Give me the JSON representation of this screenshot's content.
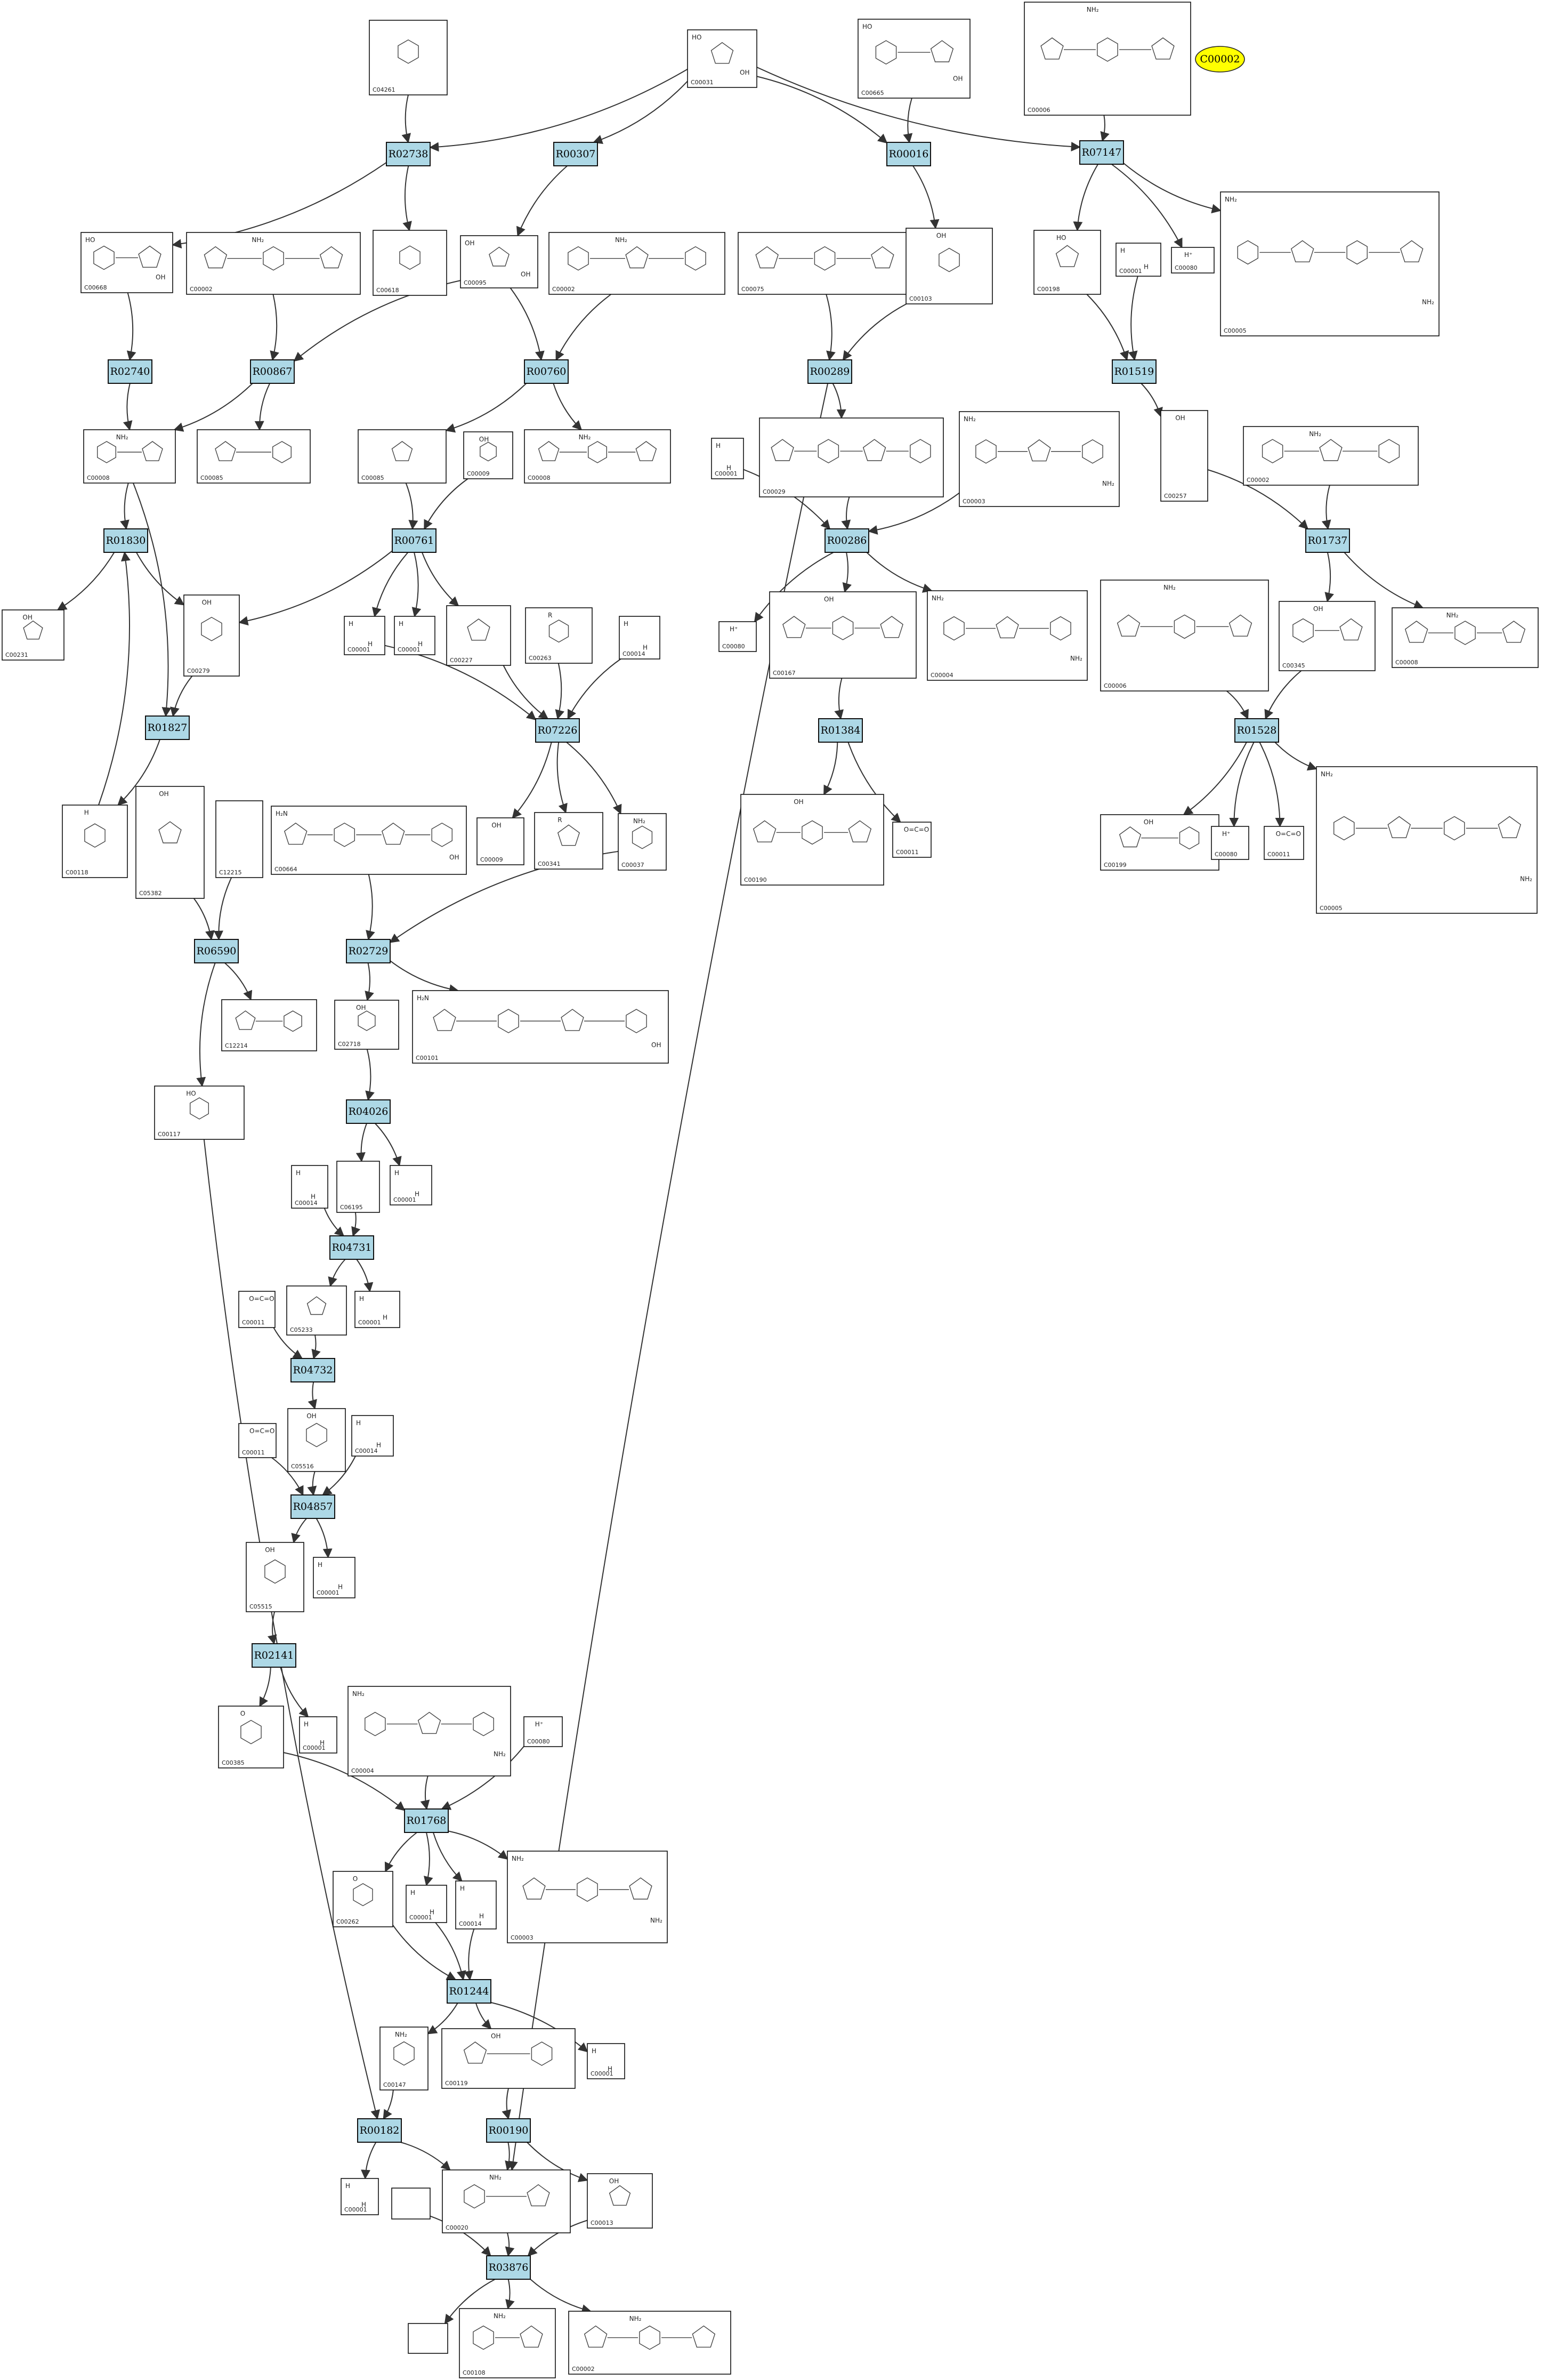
{
  "highlight": {
    "id": "C00002"
  },
  "reactions": [
    {
      "id": "R02738"
    },
    {
      "id": "R00307"
    },
    {
      "id": "R00016"
    },
    {
      "id": "R07147"
    },
    {
      "id": "R02740"
    },
    {
      "id": "R00867"
    },
    {
      "id": "R00760"
    },
    {
      "id": "R00289"
    },
    {
      "id": "R01519"
    },
    {
      "id": "R01830"
    },
    {
      "id": "R00761"
    },
    {
      "id": "R00286"
    },
    {
      "id": "R01737"
    },
    {
      "id": "R01827"
    },
    {
      "id": "R07226"
    },
    {
      "id": "R01384"
    },
    {
      "id": "R01528"
    },
    {
      "id": "R06590"
    },
    {
      "id": "R02729"
    },
    {
      "id": "R04026"
    },
    {
      "id": "R04731"
    },
    {
      "id": "R04732"
    },
    {
      "id": "R04857"
    },
    {
      "id": "R02141"
    },
    {
      "id": "R01768"
    },
    {
      "id": "R01244"
    },
    {
      "id": "R00182"
    },
    {
      "id": "R00190"
    },
    {
      "id": "R03876"
    }
  ],
  "compounds": [
    {
      "id": "C04261",
      "labels": []
    },
    {
      "id": "C00031",
      "labels": [
        "HO",
        "OH"
      ]
    },
    {
      "id": "C00665",
      "labels": [
        "HO",
        "OH"
      ]
    },
    {
      "id": "C00006",
      "labels": [
        "NH₂"
      ]
    },
    {
      "id": "C00668",
      "labels": [
        "HO",
        "OH"
      ]
    },
    {
      "id": "C00002",
      "labels": [
        "NH₂"
      ]
    },
    {
      "id": "C00618",
      "labels": []
    },
    {
      "id": "C00095",
      "labels": [
        "OH",
        "OH"
      ]
    },
    {
      "id": "C00002",
      "labels": [
        "NH₂"
      ]
    },
    {
      "id": "C00075",
      "labels": []
    },
    {
      "id": "C00103",
      "labels": [
        "OH"
      ]
    },
    {
      "id": "C00198",
      "labels": [
        "HO"
      ]
    },
    {
      "id": "C00001",
      "labels": [
        "H",
        "H"
      ]
    },
    {
      "id": "C00080",
      "labels": [
        "H⁺"
      ]
    },
    {
      "id": "C00005",
      "labels": [
        "NH₂",
        "NH₂"
      ]
    },
    {
      "id": "C00085",
      "labels": []
    },
    {
      "id": "C00008",
      "labels": [
        "NH₂"
      ]
    },
    {
      "id": "C00085",
      "labels": []
    },
    {
      "id": "C00009",
      "labels": [
        "OH"
      ]
    },
    {
      "id": "C00008",
      "labels": [
        "NH₂"
      ]
    },
    {
      "id": "C00001",
      "labels": [
        "H",
        "H"
      ]
    },
    {
      "id": "C00029",
      "labels": []
    },
    {
      "id": "C00003",
      "labels": [
        "NH₂",
        "NH₂"
      ]
    },
    {
      "id": "C00257",
      "labels": [
        "OH"
      ]
    },
    {
      "id": "C00002",
      "labels": [
        "NH₂"
      ]
    },
    {
      "id": "C00231",
      "labels": [
        "OH"
      ]
    },
    {
      "id": "C00279",
      "labels": [
        "OH"
      ]
    },
    {
      "id": "C00001",
      "labels": [
        "H",
        "H"
      ]
    },
    {
      "id": "C00001",
      "labels": [
        "H",
        "H"
      ]
    },
    {
      "id": "C00227",
      "labels": []
    },
    {
      "id": "C00263",
      "labels": [
        "R"
      ]
    },
    {
      "id": "C00014",
      "labels": [
        "H",
        "H"
      ]
    },
    {
      "id": "C00080",
      "labels": [
        "H⁺"
      ]
    },
    {
      "id": "C00167",
      "labels": [
        "OH"
      ]
    },
    {
      "id": "C00004",
      "labels": [
        "NH₂",
        "NH₂"
      ]
    },
    {
      "id": "C00006",
      "labels": [
        "NH₂"
      ]
    },
    {
      "id": "C00345",
      "labels": [
        "OH"
      ]
    },
    {
      "id": "C00008",
      "labels": [
        "NH₂"
      ]
    },
    {
      "id": "C00118",
      "labels": [
        "H"
      ]
    },
    {
      "id": "C05382",
      "labels": [
        "OH"
      ]
    },
    {
      "id": "C12215",
      "labels": []
    },
    {
      "id": "C00664",
      "labels": [
        "H₂N",
        "OH"
      ]
    },
    {
      "id": "C00009",
      "labels": [
        "OH"
      ]
    },
    {
      "id": "C00341",
      "labels": [
        "R"
      ]
    },
    {
      "id": "C00037",
      "labels": [
        "NH₂"
      ]
    },
    {
      "id": "C00190",
      "labels": [
        "OH"
      ]
    },
    {
      "id": "C00011",
      "labels": [
        "O=C=O"
      ]
    },
    {
      "id": "C00199",
      "labels": [
        "OH"
      ]
    },
    {
      "id": "C00080",
      "labels": [
        "H⁺"
      ]
    },
    {
      "id": "C00011",
      "labels": [
        "O=C=O"
      ]
    },
    {
      "id": "C00005",
      "labels": [
        "NH₂",
        "NH₂"
      ]
    },
    {
      "id": "C12214",
      "labels": []
    },
    {
      "id": "C02718",
      "labels": [
        "OH"
      ]
    },
    {
      "id": "C00101",
      "labels": [
        "H₂N",
        "OH"
      ]
    },
    {
      "id": "C00117",
      "labels": [
        "HO"
      ]
    },
    {
      "id": "C00014",
      "labels": [
        "H",
        "H"
      ]
    },
    {
      "id": "C06195",
      "labels": []
    },
    {
      "id": "C00001",
      "labels": [
        "H",
        "H"
      ]
    },
    {
      "id": "C00011",
      "labels": [
        "O=C=O"
      ]
    },
    {
      "id": "C05233",
      "labels": []
    },
    {
      "id": "C00001",
      "labels": [
        "H",
        "H"
      ]
    },
    {
      "id": "C00011",
      "labels": [
        "O=C=O"
      ]
    },
    {
      "id": "C05516",
      "labels": [
        "OH"
      ]
    },
    {
      "id": "C00014",
      "labels": [
        "H",
        "H"
      ]
    },
    {
      "id": "C05515",
      "labels": [
        "OH"
      ]
    },
    {
      "id": "C00001",
      "labels": [
        "H",
        "H"
      ]
    },
    {
      "id": "C00385",
      "labels": [
        "O"
      ]
    },
    {
      "id": "C00001",
      "labels": [
        "H",
        "H"
      ]
    },
    {
      "id": "C00004",
      "labels": [
        "NH₂",
        "NH₂"
      ]
    },
    {
      "id": "C00080",
      "labels": [
        "H⁺"
      ]
    },
    {
      "id": "C00262",
      "labels": [
        "O"
      ]
    },
    {
      "id": "C00001",
      "labels": [
        "H",
        "H"
      ]
    },
    {
      "id": "C00014",
      "labels": [
        "H",
        "H"
      ]
    },
    {
      "id": "C00003",
      "labels": [
        "NH₂",
        "NH₂"
      ]
    },
    {
      "id": "C00147",
      "labels": [
        "NH₂"
      ]
    },
    {
      "id": "C00119",
      "labels": [
        "OH"
      ]
    },
    {
      "id": "C00001",
      "labels": [
        "H",
        "H"
      ]
    },
    {
      "id": "C00001",
      "labels": [
        "H",
        "H"
      ]
    },
    {
      "id": "C00020",
      "labels": [
        "NH₂"
      ]
    },
    {
      "id": "C00013",
      "labels": [
        "OH"
      ]
    },
    {
      "id": "",
      "labels": []
    },
    {
      "id": "",
      "labels": []
    },
    {
      "id": "C00108",
      "labels": [
        "NH₂"
      ]
    },
    {
      "id": "C00002",
      "labels": [
        "NH₂"
      ]
    }
  ]
}
